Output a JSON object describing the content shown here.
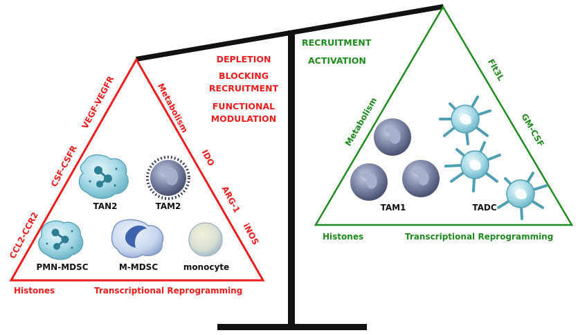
{
  "colors": {
    "immunosuppressive": "#ee1c1c",
    "immunostimulatory": "#1f8a1f",
    "scale": "#111111"
  },
  "left_triangle": {
    "left_side_labels": [
      "CCL2-CCR2",
      "CSF-CSFR",
      "VEGF-VEGFR"
    ],
    "right_side_labels": [
      "Metabolism",
      "IDO",
      "ARG-1",
      "iNOS"
    ],
    "base_labels": [
      "Histones",
      "Transcriptional Reprogramming"
    ],
    "cells": {
      "tan2": "TAN2",
      "tam2": "TAM2",
      "pmn_mdsc": "PMN-MDSC",
      "m_mdsc": "M-MDSC",
      "monocyte": "monocyte"
    }
  },
  "left_strategies": [
    "DEPLETION",
    "BLOCKING",
    "RECRUITMENT",
    "FUNCTIONAL",
    "MODULATION"
  ],
  "right_strategies": [
    "RECRUITMENT",
    "ACTIVATION"
  ],
  "right_triangle": {
    "left_side_labels": [
      "Metabolism"
    ],
    "right_side_labels": [
      "Flt3L",
      "GM-CSF"
    ],
    "base_labels": [
      "Histones",
      "Transcriptional Reprogramming"
    ],
    "cells": {
      "tam1": "TAM1",
      "tadc": "TADC"
    }
  }
}
